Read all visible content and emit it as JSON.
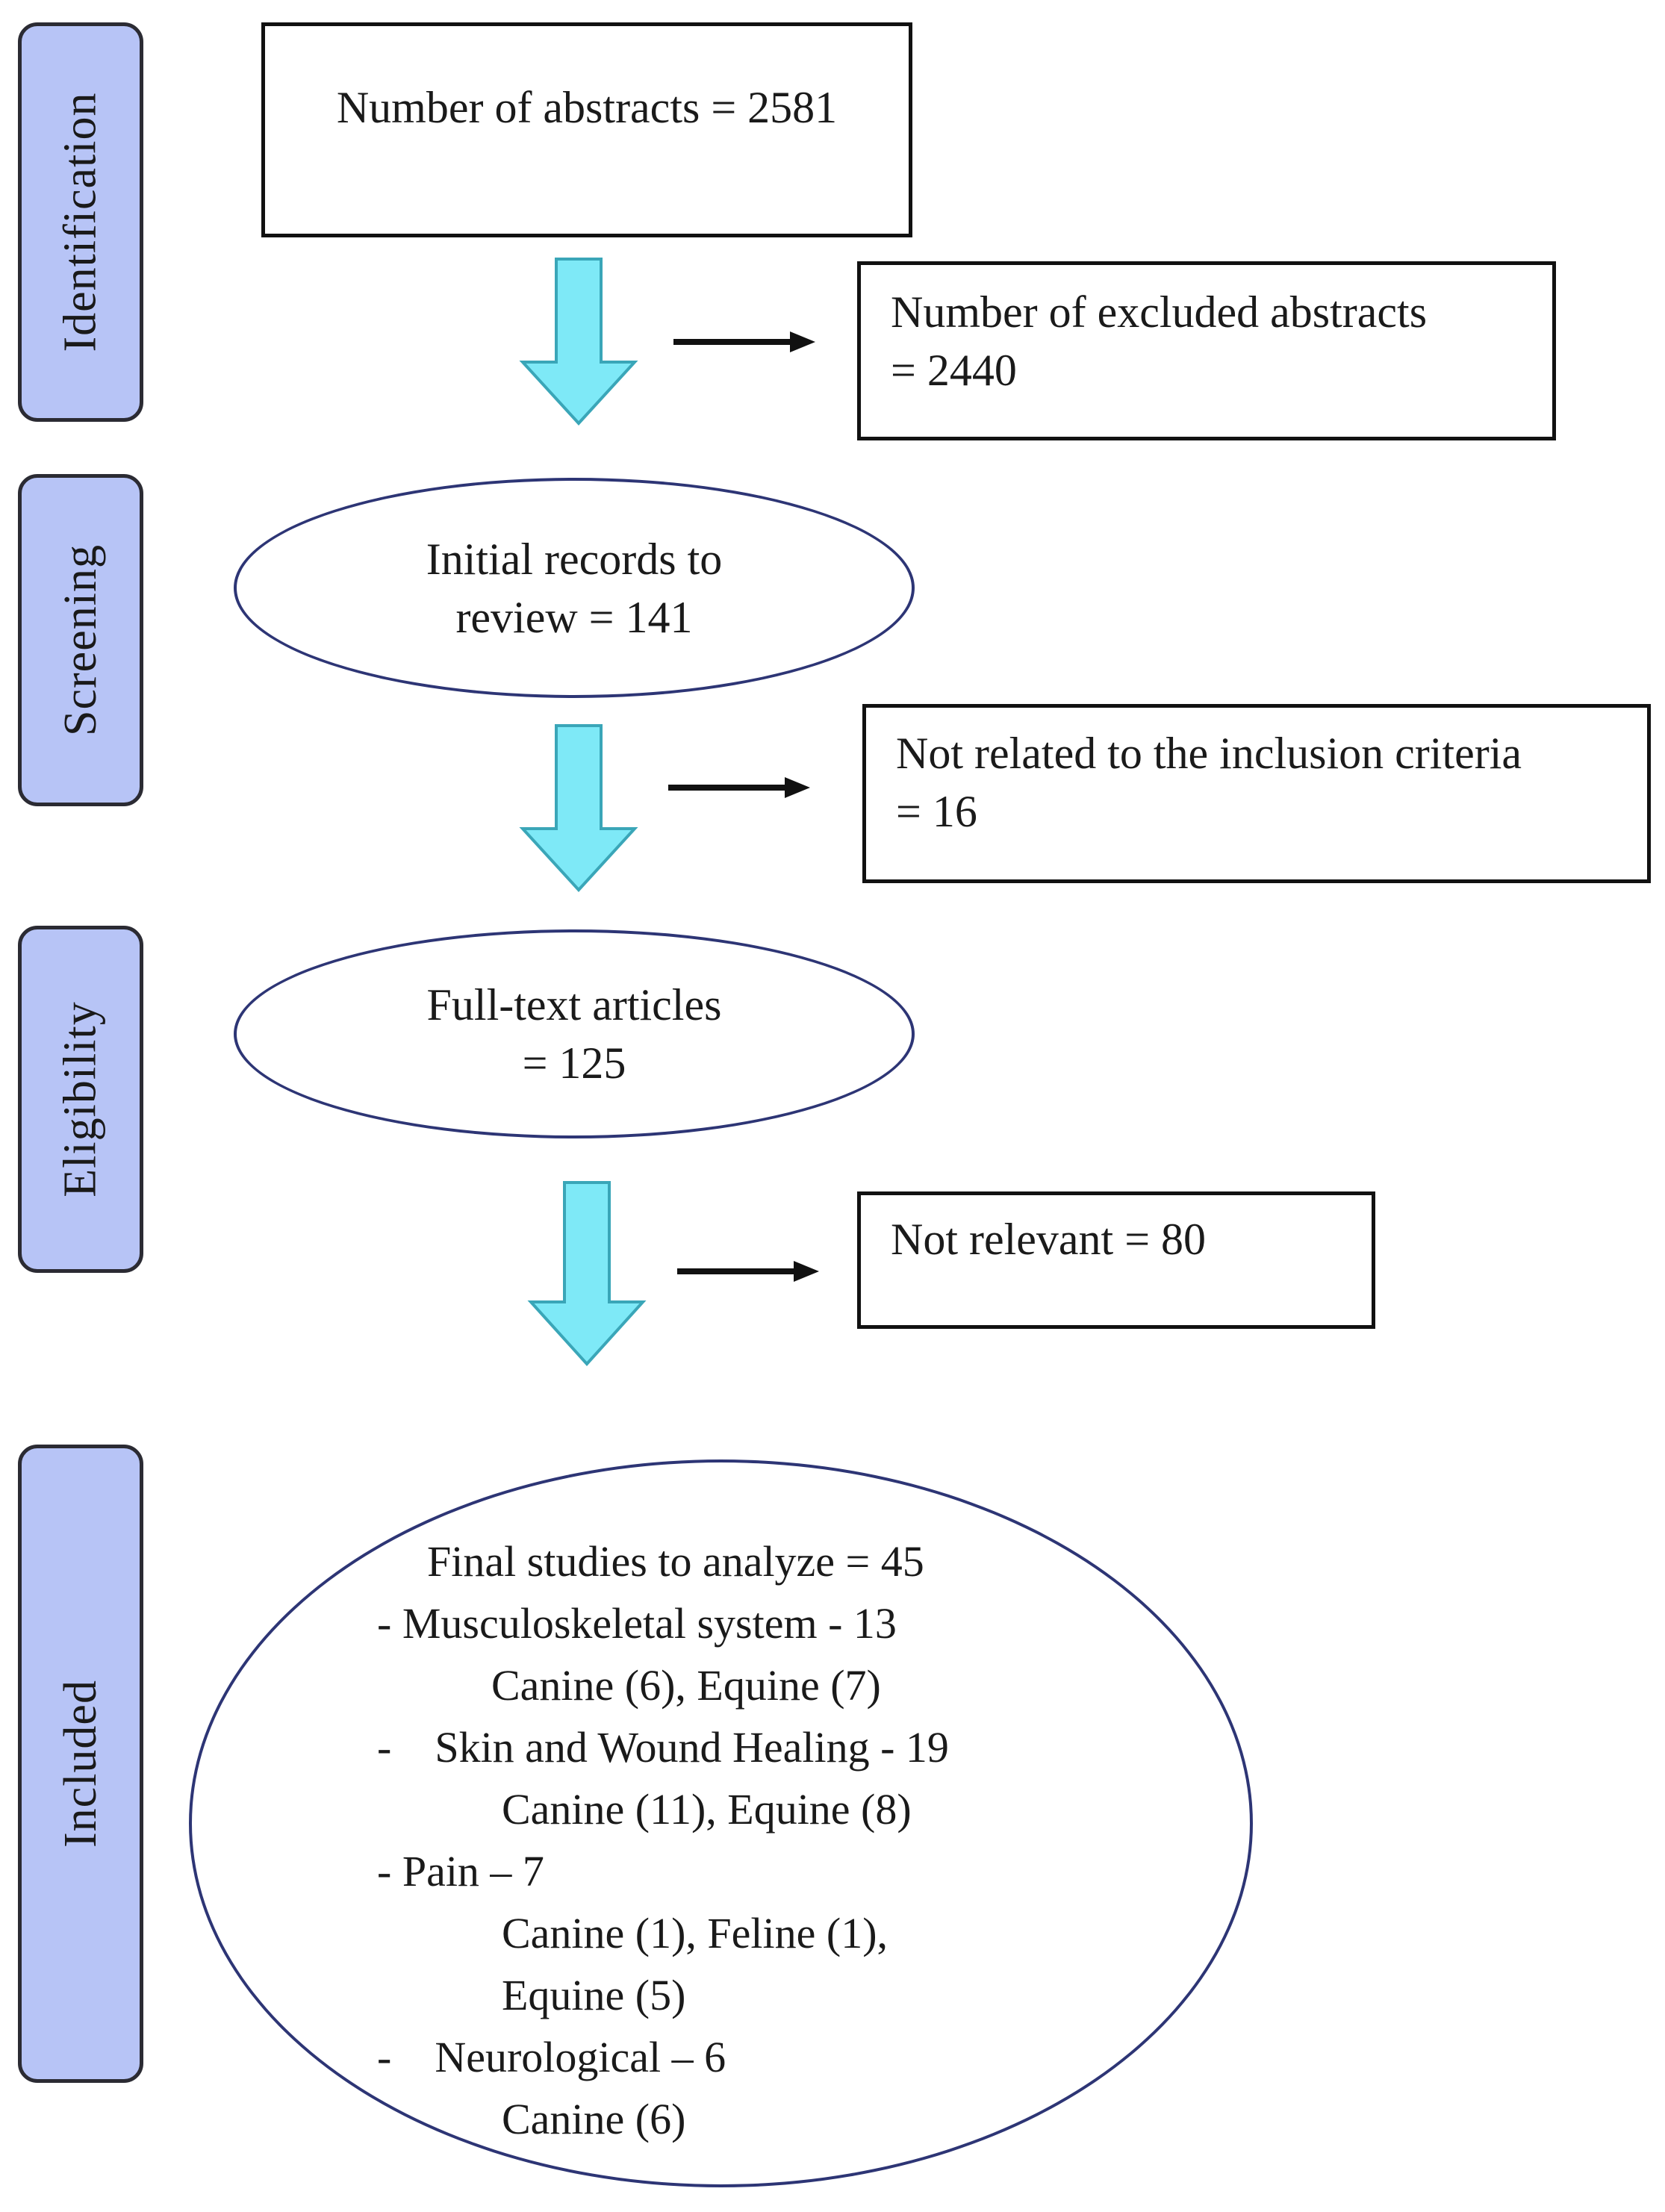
{
  "stages": {
    "identification": "Identification",
    "screening": "Screening",
    "eligibility": "Eligibility",
    "included": "Included"
  },
  "boxes": {
    "abstracts": "Number of abstracts = 2581",
    "excluded_line1": "Number of excluded abstracts",
    "excluded_line2": "= 2440",
    "initial_line1": "Initial records to",
    "initial_line2": "review = 141",
    "not_related_line1": "Not related to the inclusion criteria",
    "not_related_line2": "= 16",
    "fulltext_line1": "Full-text articles",
    "fulltext_line2": "= 125",
    "not_relevant": "Not relevant = 80"
  },
  "final": {
    "title": "Final studies to analyze = 45",
    "lines": [
      "- Musculoskeletal system - 13",
      "Canine (6), Equine (7)",
      "-    Skin and Wound Healing - 19",
      "Canine (11), Equine (8)",
      "- Pain – 7",
      "Canine (1), Feline (1),",
      "Equine (5)",
      "-    Neurological – 6",
      "Canine (6)"
    ]
  },
  "colors": {
    "stage_fill": "#b7c4f6",
    "arrow_fill": "#7ee9f7",
    "ellipse_border": "#2d3575"
  }
}
